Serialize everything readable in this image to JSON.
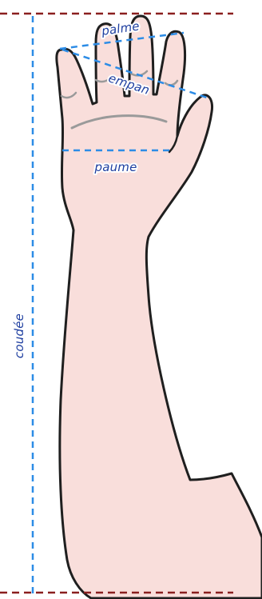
{
  "colors": {
    "skin_fill": "#f9dedb",
    "outline": "#1f1f1f",
    "crease": "#9a9a9a",
    "measure_line": "#2c8ce6",
    "label_text": "#1f3fa0",
    "reference_line": "#8a1f1f"
  },
  "labels": {
    "palme": "palme",
    "empan": "empan",
    "paume": "paume",
    "coudee": "coudée"
  }
}
